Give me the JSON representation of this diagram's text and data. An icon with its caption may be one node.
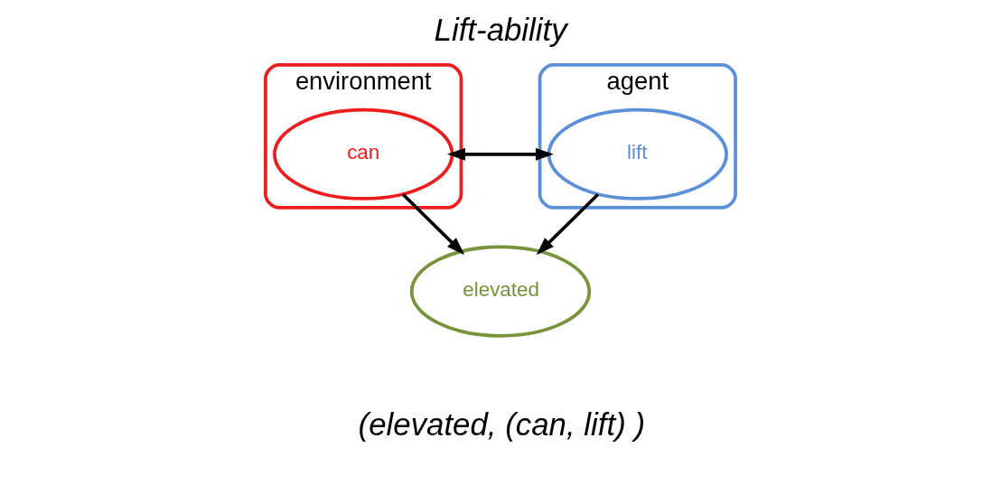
{
  "diagram": {
    "title": "Lift-ability",
    "caption": "(elevated, (can, lift) )",
    "nodes": [
      {
        "text": [
          "environment"
        ]
      },
      {
        "text": [
          "can"
        ],
        "in": 0
      },
      {
        "text": [
          "agent"
        ]
      },
      {
        "text": [
          "lift"
        ],
        "in": 2
      },
      {
        "text": [
          "elevated"
        ]
      }
    ],
    "edges": [
      {
        "from": 1,
        "to": 3,
        "arrow": "both"
      },
      {
        "from": 1,
        "to": 4,
        "arrow": "to"
      },
      {
        "from": 3,
        "to": 4,
        "arrow": "to"
      }
    ]
  }
}
